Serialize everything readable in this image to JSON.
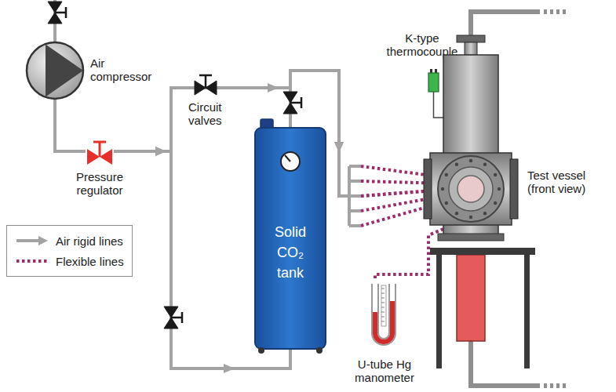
{
  "diagram": {
    "nodes": [
      {
        "text": [
          "Air compressor"
        ]
      },
      {
        "text": [
          "Pressure regulator"
        ]
      },
      {
        "text": [
          "Solid CO₂ tank"
        ]
      },
      {
        "text": [
          "K-type thermocouple"
        ]
      },
      {
        "text": [
          "Test vessel (front view)"
        ]
      },
      {
        "text": [
          "U-tube Hg manometer"
        ]
      }
    ],
    "edges": [
      {
        "from": 0,
        "to": 1,
        "arrow": "none"
      },
      {
        "from": 1,
        "to": 2,
        "arrow": "to"
      },
      {
        "from": 1,
        "to": 4,
        "arrow": "to"
      },
      {
        "from": 2,
        "to": 4,
        "arrow": "to"
      },
      {
        "from": 3,
        "to": 4,
        "arrow": "none"
      },
      {
        "from": 4,
        "to": 5,
        "arrow": "none"
      }
    ],
    "labels": [
      "Circuit valves"
    ],
    "legend": [
      {
        "text": "Air rigid lines"
      },
      {
        "text": "Flexible lines"
      }
    ]
  }
}
